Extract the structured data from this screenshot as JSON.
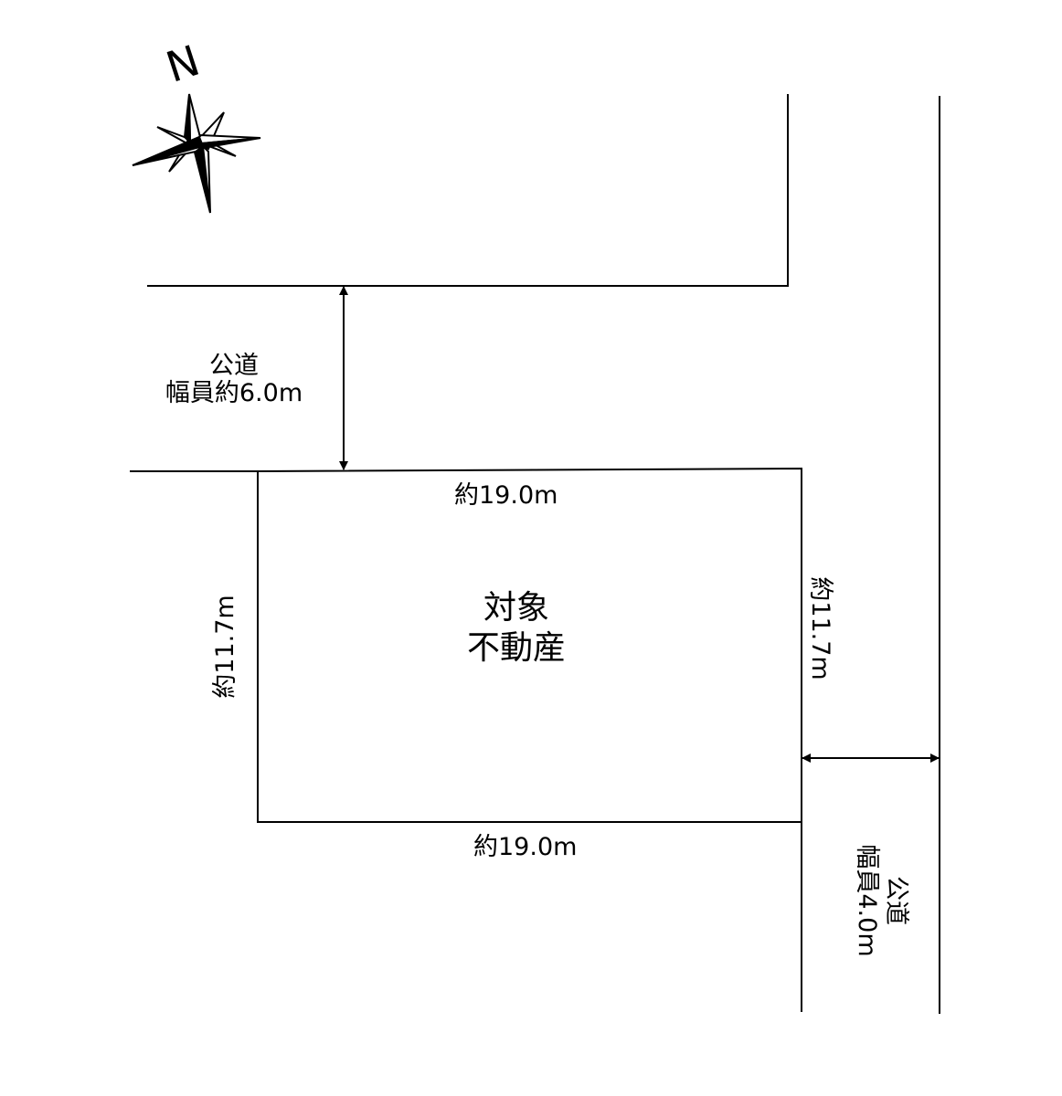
{
  "compass": {
    "north_label": "N",
    "icon": "compass-rose-icon"
  },
  "road_north": {
    "name": "公道",
    "width_label": "幅員約6.0m"
  },
  "road_east": {
    "name": "公道",
    "width_label": "幅員4.0m"
  },
  "lot": {
    "label_line1": "対象",
    "label_line2": "不動産",
    "top_length": "約19.0m",
    "bottom_length": "約19.0m",
    "left_length": "約11.7m",
    "right_length": "約11.7m"
  }
}
